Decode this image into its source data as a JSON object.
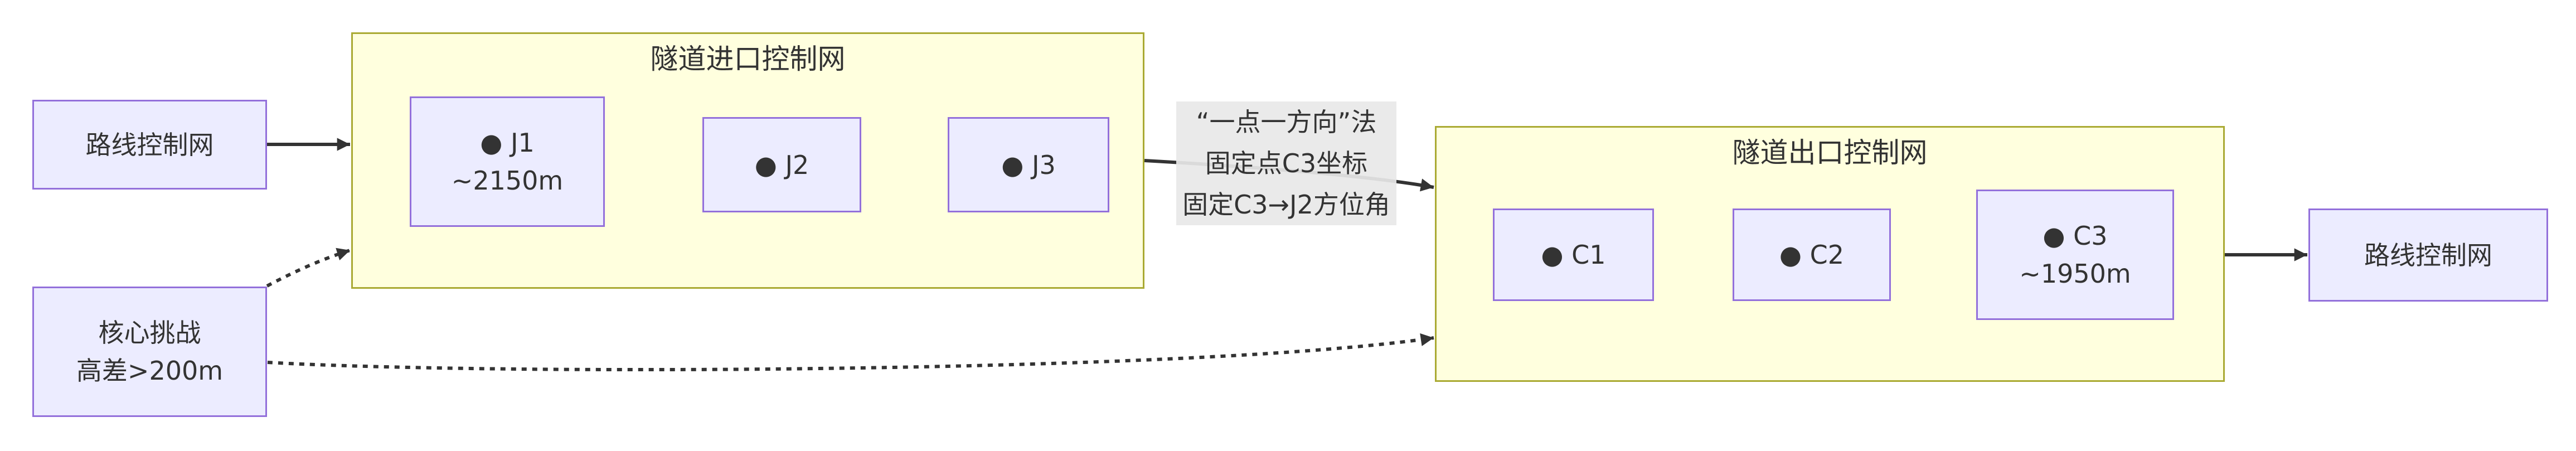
{
  "diagram": {
    "type": "flowchart-lr",
    "colors": {
      "node_fill": "#ECECFF",
      "node_border": "#9370DB",
      "cluster_fill": "#ffffde",
      "cluster_border": "#aaaa33",
      "edge_line": "#333333",
      "edge_label_bg": "#e8e8e8",
      "text": "#333333",
      "background": "#ffffff"
    },
    "clusters": {
      "entrance": {
        "title": "隧道进口控制网"
      },
      "exit": {
        "title": "隧道出口控制网"
      }
    },
    "nodes": {
      "route_left": {
        "label": "路线控制网"
      },
      "challenge": {
        "line1": "核心挑战",
        "line2": "高差>200m"
      },
      "j1": {
        "line1": "● J1",
        "line2": "~2150m"
      },
      "j2": {
        "label": "● J2"
      },
      "j3": {
        "label": "● J3"
      },
      "c1": {
        "label": "● C1"
      },
      "c2": {
        "label": "● C2"
      },
      "c3": {
        "line1": "● C3",
        "line2": "~1950m"
      },
      "route_right": {
        "label": "路线控制网"
      }
    },
    "edge_label": {
      "line1": "“一点一方向”法",
      "line2": "固定点C3坐标",
      "line3": "固定C3→J2方位角"
    }
  }
}
